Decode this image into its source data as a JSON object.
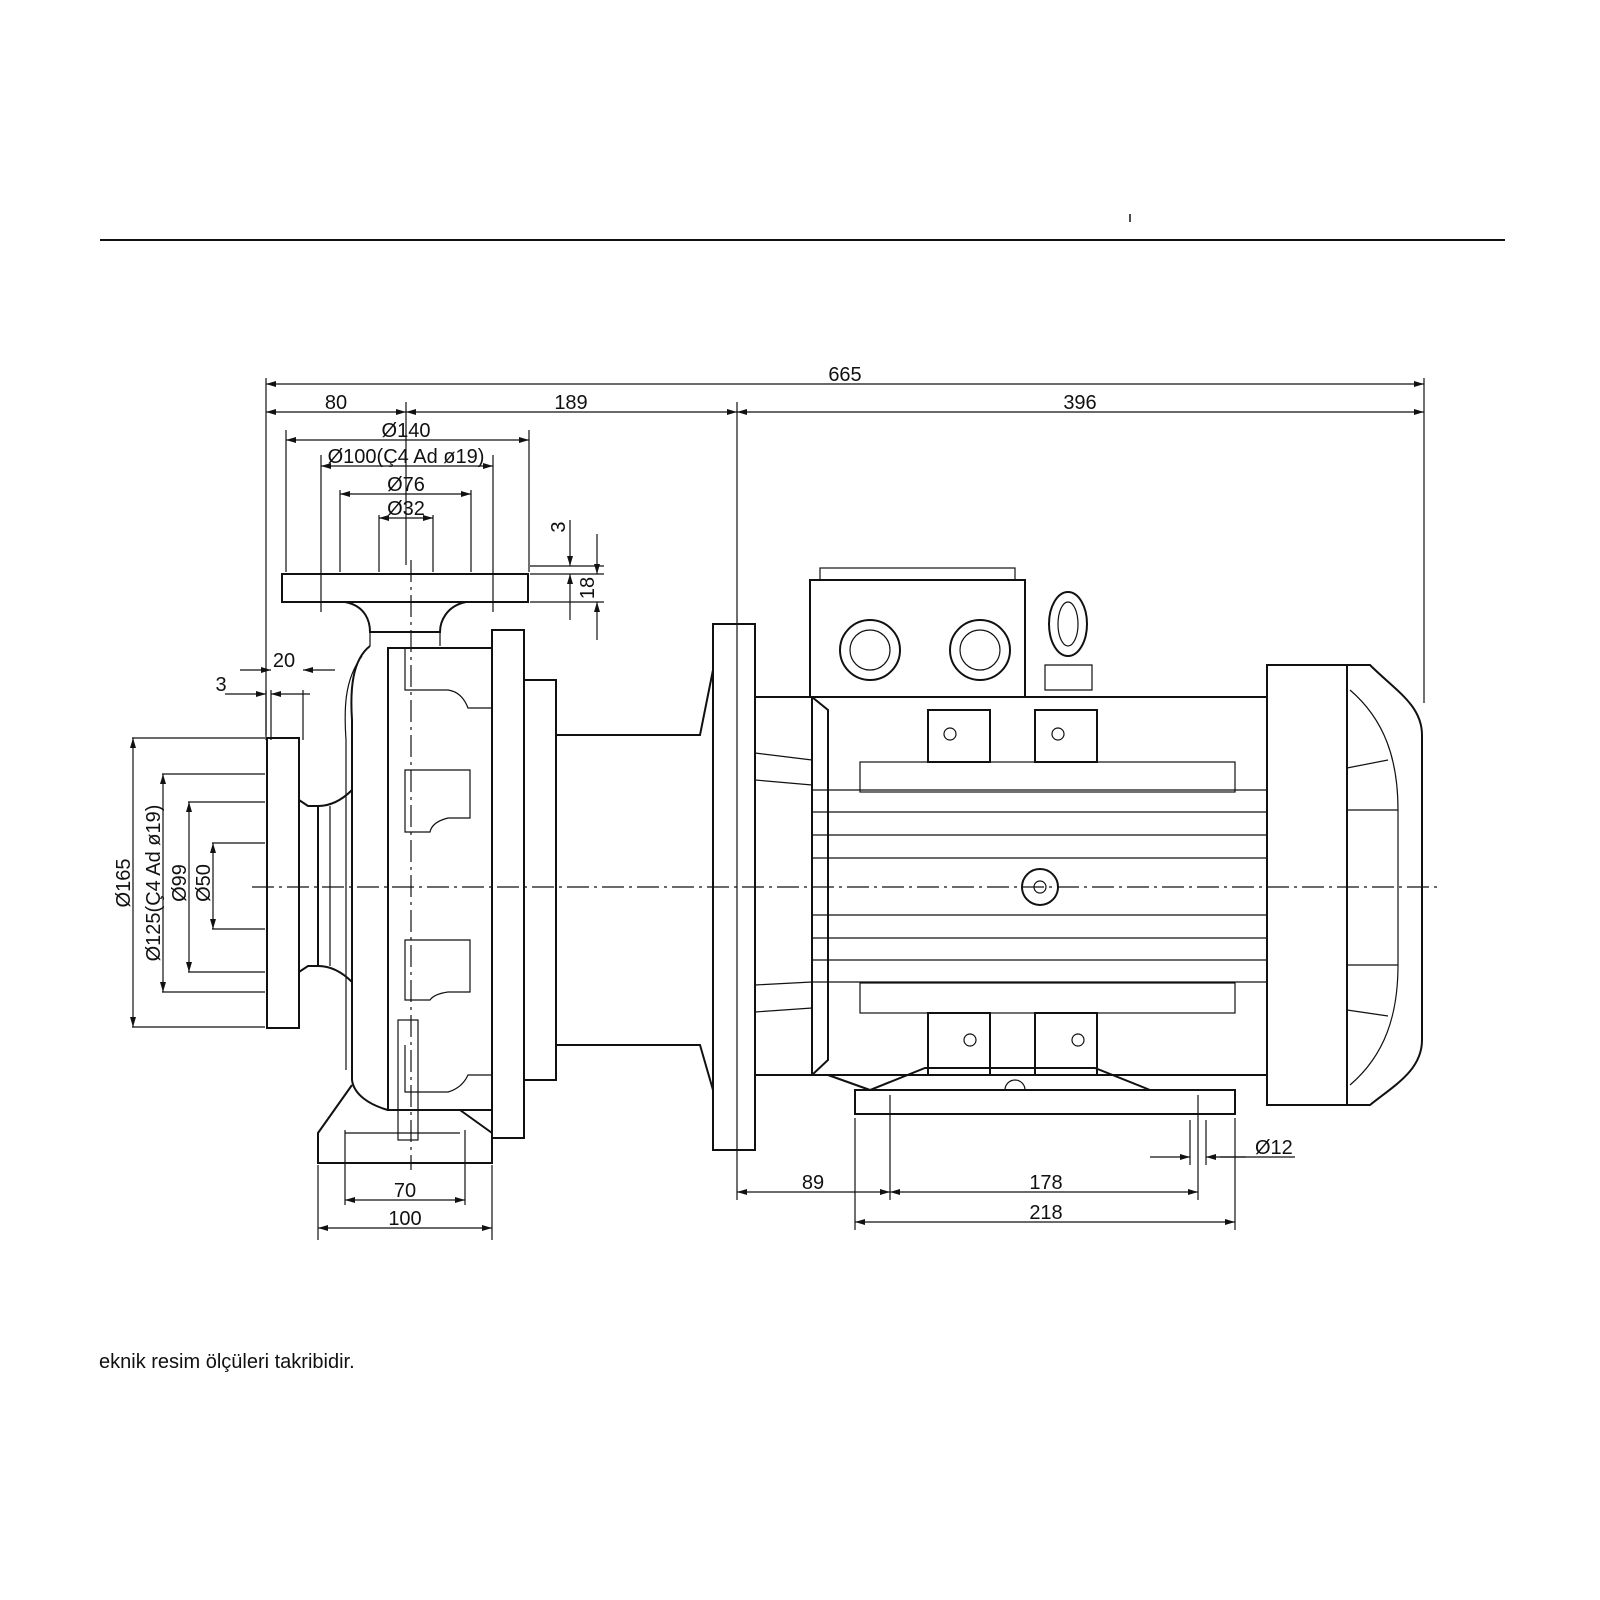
{
  "dimensions": {
    "overall_length": "665",
    "pump_suction_offset": "80",
    "pump_to_flange": "189",
    "motor_length": "396",
    "disch_flange_od": "Ø140",
    "disch_bolt_circle": "Ø100(Ç4 Ad ø19)",
    "disch_raised_face": "Ø76",
    "disch_bore": "Ø32",
    "disch_face_step": "3",
    "disch_flange_thk": "18",
    "suct_face_step": "3",
    "suct_flange_thk": "20",
    "suct_flange_od": "Ø165",
    "suct_bolt_circle": "Ø125(Ç4 Ad ø19)",
    "suct_raised_face": "Ø99",
    "suct_bore": "Ø50",
    "pump_foot_holes": "70",
    "pump_foot_width": "100",
    "flange_to_motor_foot": "89",
    "motor_foot_holes": "178",
    "motor_foot_width": "218",
    "foot_hole_dia": "Ø12"
  },
  "notes": {
    "line1": "eknik resim ölçüleri takribidir."
  }
}
